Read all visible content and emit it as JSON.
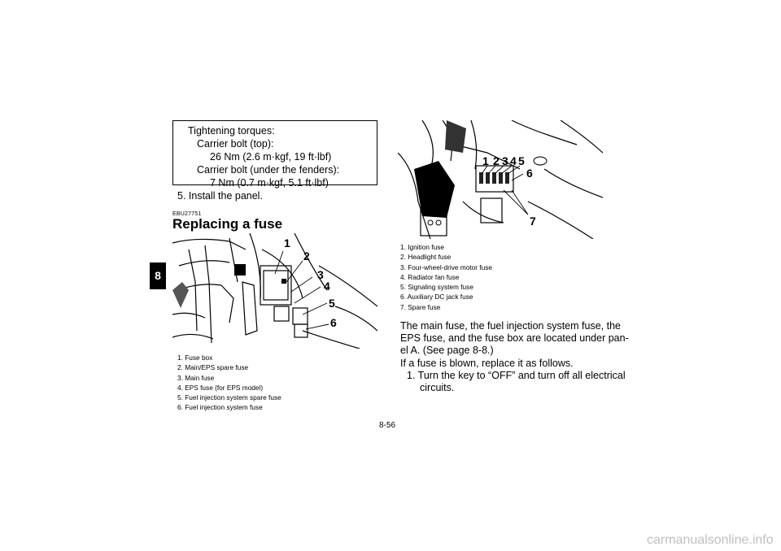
{
  "chapter_tab": "8",
  "torque_box": {
    "title": "Tightening torques:",
    "line1": "Carrier bolt (top):",
    "line2": "26 Nm (2.6 m·kgf, 19 ft·lbf)",
    "line3": "Carrier bolt (under the fenders):",
    "line4": "7 Nm (0.7 m·kgf, 5.1 ft·lbf)"
  },
  "step5": "5.  Install the panel.",
  "section_code": "EBU27751",
  "section_heading": "Replacing a fuse",
  "figure1": {
    "callouts": [
      "1",
      "2",
      "3",
      "4",
      "5",
      "6"
    ],
    "captions": [
      "1.  Fuse box",
      "2.  Main/EPS spare fuse",
      "3.  Main fuse",
      "4.  EPS fuse (for EPS model)",
      "5.  Fuel injection system spare fuse",
      "6.  Fuel injection system fuse"
    ]
  },
  "figure2": {
    "callouts": [
      "1",
      "2",
      "3",
      "4",
      "5",
      "6",
      "7"
    ],
    "captions": [
      "1.  Ignition fuse",
      "2.  Headlight fuse",
      "3.  Four-wheel-drive motor fuse",
      "4.  Radiator fan fuse",
      "5.  Signaling system fuse",
      "6.  Auxiliary DC jack fuse",
      "7.  Spare fuse"
    ]
  },
  "body": {
    "line1": "The main fuse, the fuel injection system fuse, the",
    "line2": "EPS fuse, and the fuse box are located under pan-",
    "line3": "el A. (See page 8-8.)",
    "line4": "If a fuse is blown, replace it as follows.",
    "step1a": "1.  Turn the key to “OFF” and turn off all electrical",
    "step1b": "circuits."
  },
  "page_number": "8-56",
  "watermark": "carmanualsonline.info"
}
